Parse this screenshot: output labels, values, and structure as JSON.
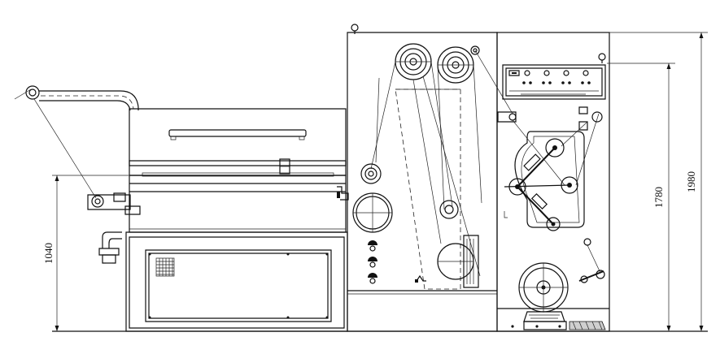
{
  "dimensions": {
    "height_1040": "1040",
    "height_1780": "1780",
    "height_1980": "1980"
  }
}
